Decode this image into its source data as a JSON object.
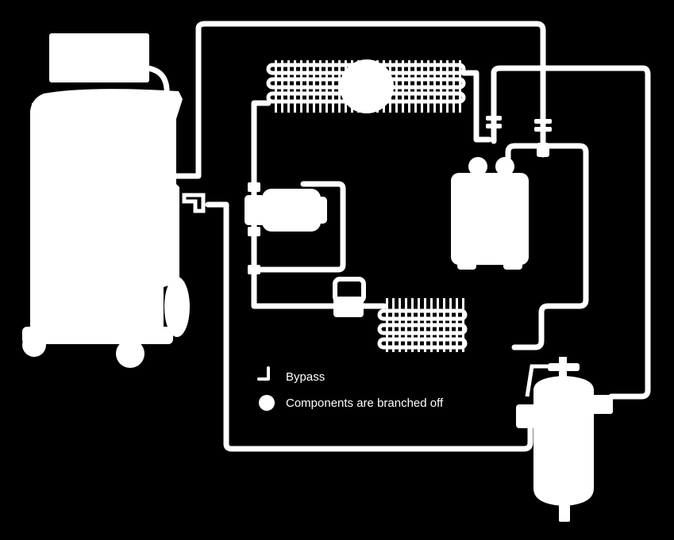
{
  "diagram": {
    "background_color": "#000000",
    "foreground_color": "#ffffff",
    "components": [
      {
        "name": "service-station",
        "icon": "ac-service-station-icon"
      },
      {
        "name": "condenser",
        "icon": "radiator-coil-icon"
      },
      {
        "name": "condenser-fan",
        "icon": "fan-disc-icon"
      },
      {
        "name": "compressor",
        "icon": "compressor-icon"
      },
      {
        "name": "evaporator",
        "icon": "radiator-coil-icon"
      },
      {
        "name": "expansion-valve",
        "icon": "valve-icon"
      },
      {
        "name": "filter-drier",
        "icon": "filter-icon"
      },
      {
        "name": "flushing-cylinder",
        "icon": "cylinder-icon"
      }
    ],
    "legend": [
      {
        "symbol": "bypass-icon",
        "label": "Bypass"
      },
      {
        "symbol": "branched-off-icon",
        "label": "Components are branched off"
      }
    ]
  }
}
